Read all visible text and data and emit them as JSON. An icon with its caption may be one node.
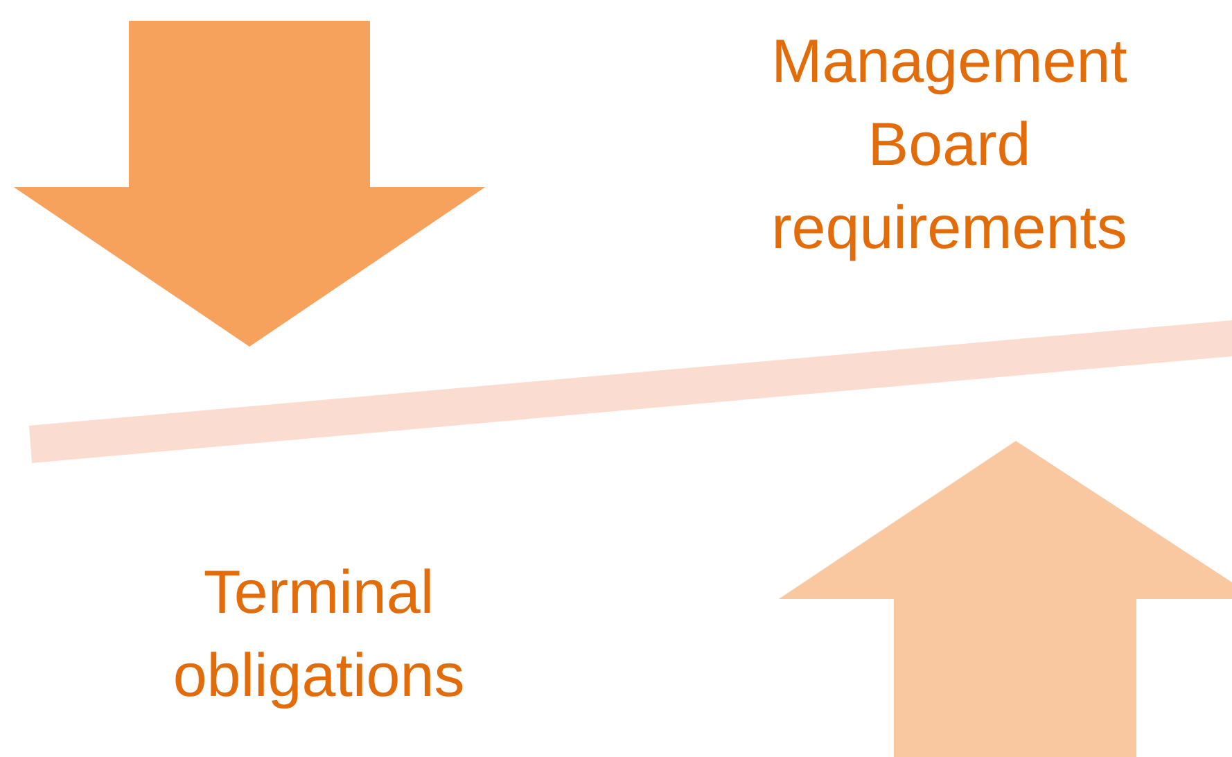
{
  "diagram": {
    "nodes": [
      {
        "text": [],
        "shape": "bar"
      }
    ],
    "labels": [
      "Management Board requirements",
      "Terminal obligations"
    ]
  }
}
